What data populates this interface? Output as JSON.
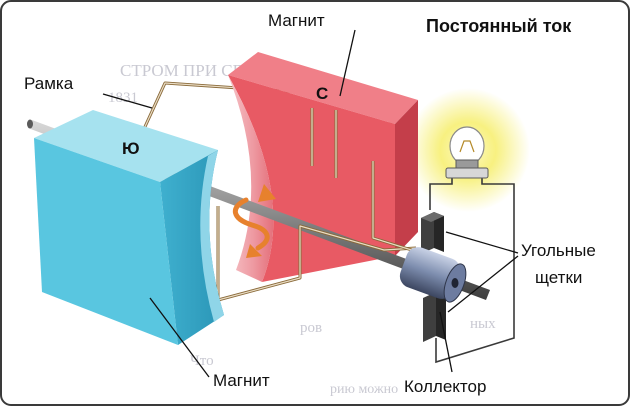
{
  "title": "Постоянный ток",
  "labels": {
    "magnet_top": "Магнит",
    "frame": "Рамка",
    "magnet_bottom": "Магнит",
    "brushes_line1": "Угольные",
    "brushes_line2": "щетки",
    "collector": "Коллектор"
  },
  "poles": {
    "north": "Ю",
    "south": "С"
  },
  "colors": {
    "magnet_blue_front": "#59c6e0",
    "magnet_blue_top": "#a6e2ef",
    "magnet_red_front": "#e85a64",
    "magnet_red_face": "#f2aab0",
    "glow": "#f6ee6a"
  },
  "icons": {
    "rotation": "rotation-arrow-icon",
    "lamp": "light-bulb-icon"
  }
}
